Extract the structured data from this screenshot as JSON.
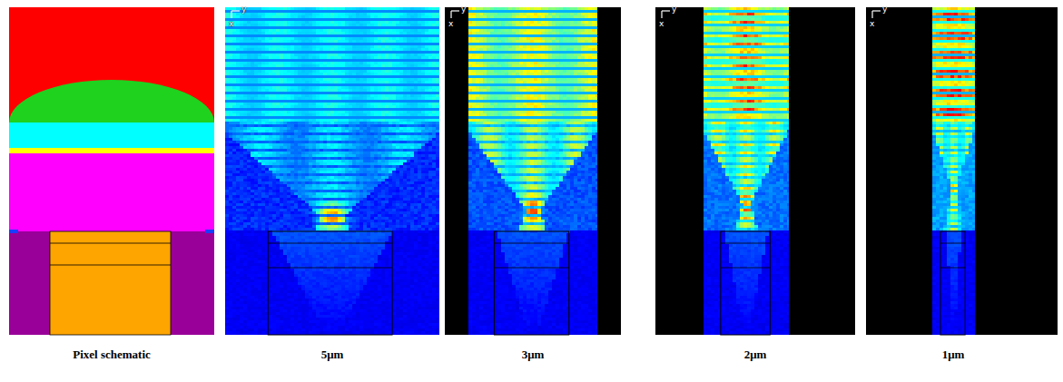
{
  "diagram": {
    "labels": [
      "Pixel schematic",
      "5μm",
      "3μm",
      "2μm",
      "1μm",
      "y",
      "x",
      "y",
      "x",
      "y",
      "x",
      "y",
      "x"
    ]
  }
}
